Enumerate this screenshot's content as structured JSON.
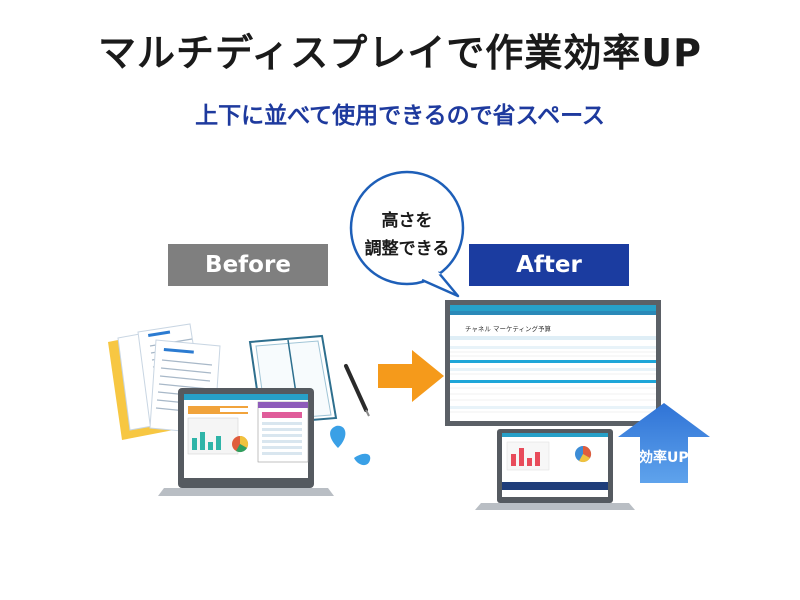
{
  "title": "マルチディスプレイで作業効率UP",
  "subtitle": "上下に並べて使用できるので省スペース",
  "before_label": "Before",
  "after_label": "After",
  "bubble": {
    "line1": "高さを",
    "line2": "調整できる"
  },
  "efficiency_badge": "効率UP!",
  "colors": {
    "before": "#7f7f7f",
    "after": "#1b3ca0",
    "arrow": "#f59a1b",
    "up_arrow": "#2b6dd4"
  },
  "icons": [
    "paper-documents-icon",
    "notebook-icon",
    "pen-icon",
    "sweat-drops-icon",
    "right-arrow-icon",
    "up-arrow-icon",
    "speech-bubble-icon"
  ]
}
